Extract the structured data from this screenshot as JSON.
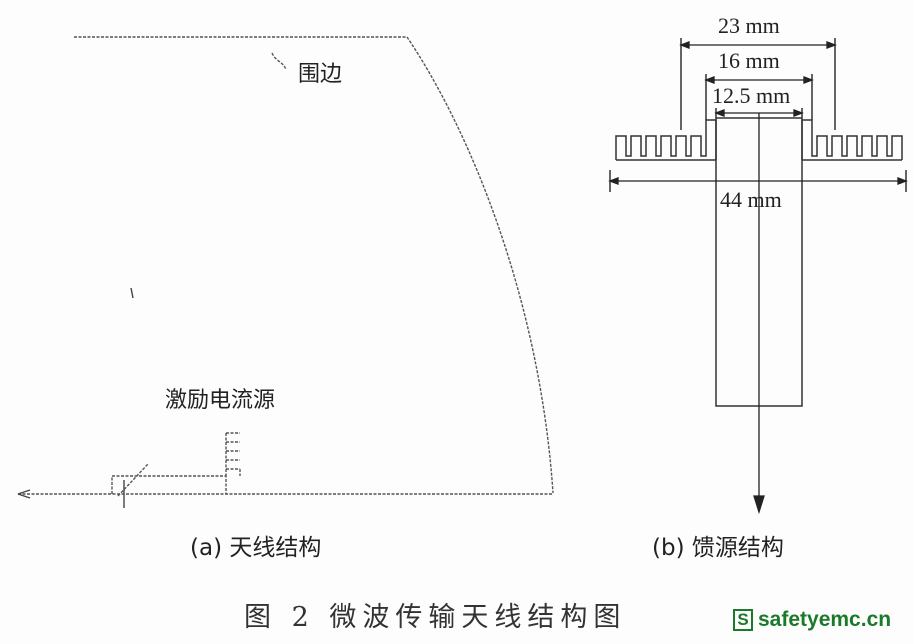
{
  "panel_a": {
    "label_rim": "围边",
    "label_source": "激励电流源",
    "caption": "(a)  天线结构"
  },
  "panel_b": {
    "dim_23": "23 mm",
    "dim_16": "16 mm",
    "dim_12_5": "12.5 mm",
    "dim_44": "44 mm",
    "caption": "(b)  馈源结构"
  },
  "figure_caption": "图 2   微波传输天线结构图",
  "watermark": {
    "badge": "S",
    "text": "safetyemc.cn",
    "color": "#1a7a2a"
  }
}
